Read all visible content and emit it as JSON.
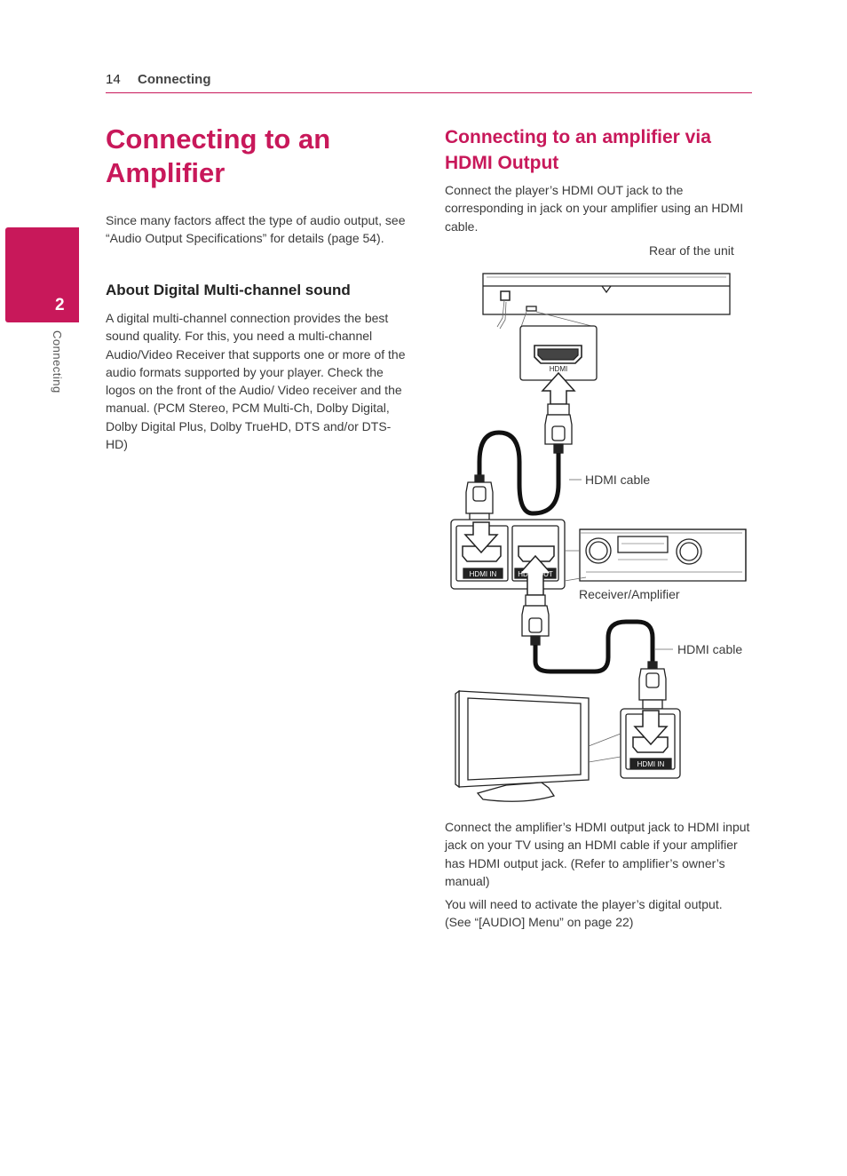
{
  "header": {
    "page_number": "14",
    "section": "Connecting"
  },
  "side_tab": {
    "chapter_number": "2",
    "chapter_label": "Connecting"
  },
  "left": {
    "title": "Connecting to an Amplifier",
    "intro": "Since many factors affect the type of audio output, see “Audio Output Specifications” for details (page 54).",
    "subheading": "About Digital Multi-channel sound",
    "body": "A digital multi-channel connection provides the best sound quality. For this, you need a multi-channel Audio/Video Receiver that supports one or more of the audio formats supported by your player. Check the logos on the front of the Audio/ Video receiver and the manual. (PCM Stereo, PCM Multi-Ch, Dolby Digital, Dolby Digital Plus, Dolby TrueHD, DTS and/or DTS-HD)"
  },
  "right": {
    "title": "Connecting to an amplifier via HDMI Output",
    "intro": "Connect the player’s HDMI OUT jack to the corresponding in jack on your amplifier using an HDMI cable.",
    "after_diagram_1": "Connect the amplifier’s HDMI output jack to HDMI input jack on your TV using an HDMI cable if your amplifier has HDMI output jack. (Refer to amplifier’s owner’s manual)",
    "after_diagram_2": "You will need to activate the player’s digital output. (See “[AUDIO] Menu” on page 22)"
  },
  "diagram": {
    "rear_label": "Rear of the unit",
    "cable_label_1": "HDMI cable",
    "cable_label_2": "HDMI cable",
    "receiver_label": "Receiver/Amplifier",
    "tv_label": "TV",
    "player_port": "HDMI",
    "receiver_in_port": "HDMI IN",
    "receiver_out_port": "HDMI OUT",
    "tv_port": "HDMI IN"
  },
  "colors": {
    "accent": "#c8185a",
    "text": "#3a3a3a"
  }
}
